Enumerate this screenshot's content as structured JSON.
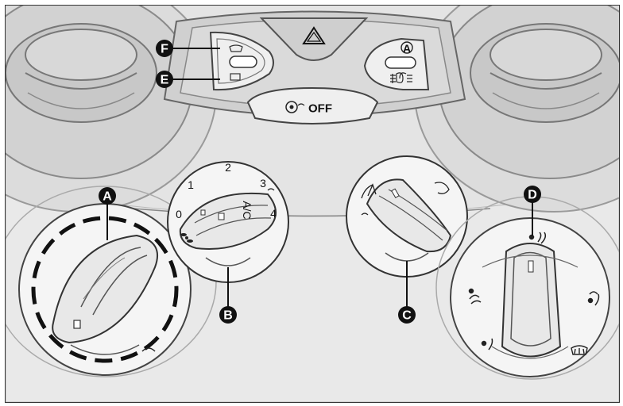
{
  "fan_dial": {
    "scale": [
      "0",
      "1",
      "2",
      "3",
      "4"
    ],
    "ac_label": "A/C"
  },
  "recirc_off": {
    "label": "OFF"
  },
  "foglight_button": {
    "auto_label": "A"
  },
  "callouts": [
    "A",
    "B",
    "C",
    "D",
    "E",
    "F"
  ]
}
